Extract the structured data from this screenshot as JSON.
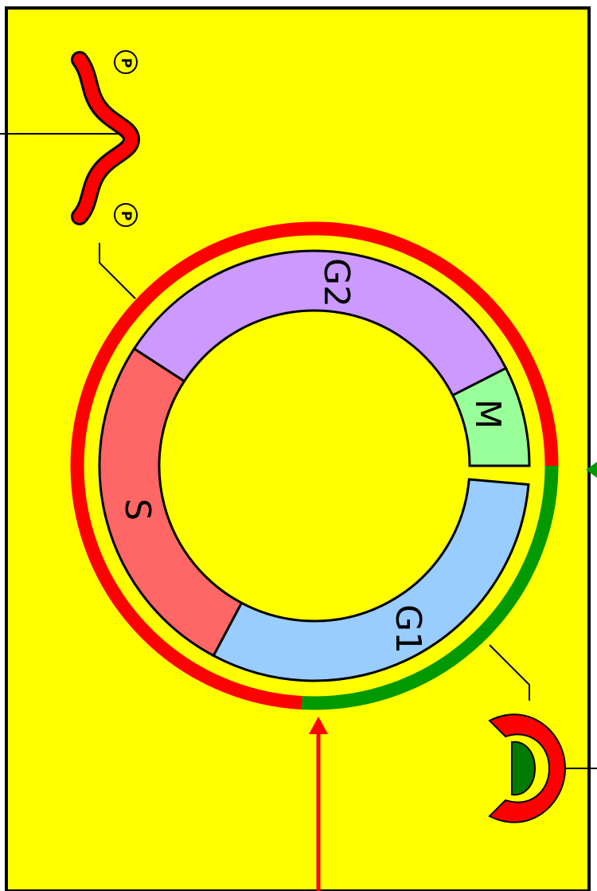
{
  "diagram": {
    "phases": [
      {
        "id": "g2",
        "label": "G2",
        "color": "#cc99ff"
      },
      {
        "id": "m",
        "label": "M",
        "color": "#99ff99"
      },
      {
        "id": "g1",
        "label": "G1",
        "color": "#99ccff"
      },
      {
        "id": "s",
        "label": "S",
        "color": "#ff6666"
      }
    ],
    "phosphate_label": "P",
    "colors": {
      "background": "#ffff00",
      "cyclin_red": "#ff0000",
      "cyclin_green": "#009900",
      "outline": "#000000"
    }
  }
}
